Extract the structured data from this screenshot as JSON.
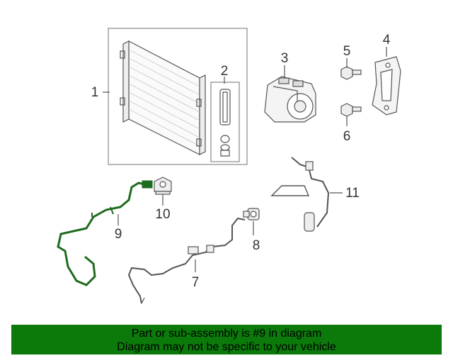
{
  "callouts": {
    "c1": "1",
    "c2": "2",
    "c3": "3",
    "c4": "4",
    "c5": "5",
    "c6": "6",
    "c7": "7",
    "c8": "8",
    "c9": "9",
    "c10": "10",
    "c11": "11"
  },
  "banner": {
    "line1": "Part or sub-assembly is #9 in diagram",
    "line2": "Diagram may not be specific to your vehicle",
    "background": "#0b7a0b"
  },
  "highlight_color": "#1f6b1f"
}
